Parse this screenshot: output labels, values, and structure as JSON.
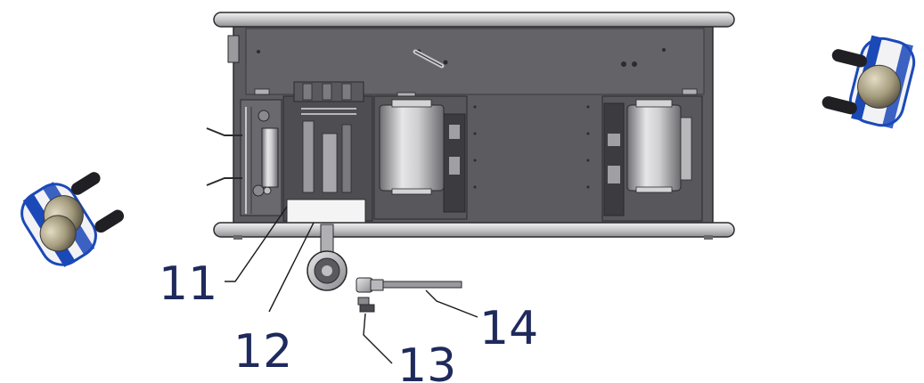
{
  "callouts": {
    "c11": "11",
    "c12": "12",
    "c13": "13",
    "c14": "14"
  },
  "colors": {
    "frame_dark": "#58585c",
    "frame_mid": "#7c7c80",
    "rail": "#c9c9cb",
    "outline": "#2a2a2e",
    "accent_blue": "#1b49b8",
    "callout_text": "#1f2a5c"
  },
  "parts": [
    "cart-frame",
    "top-rail",
    "bottom-rail",
    "left-operator-figure",
    "right-operator-figure",
    "castor-wheel",
    "rod-part-14",
    "fitting-part-13"
  ]
}
